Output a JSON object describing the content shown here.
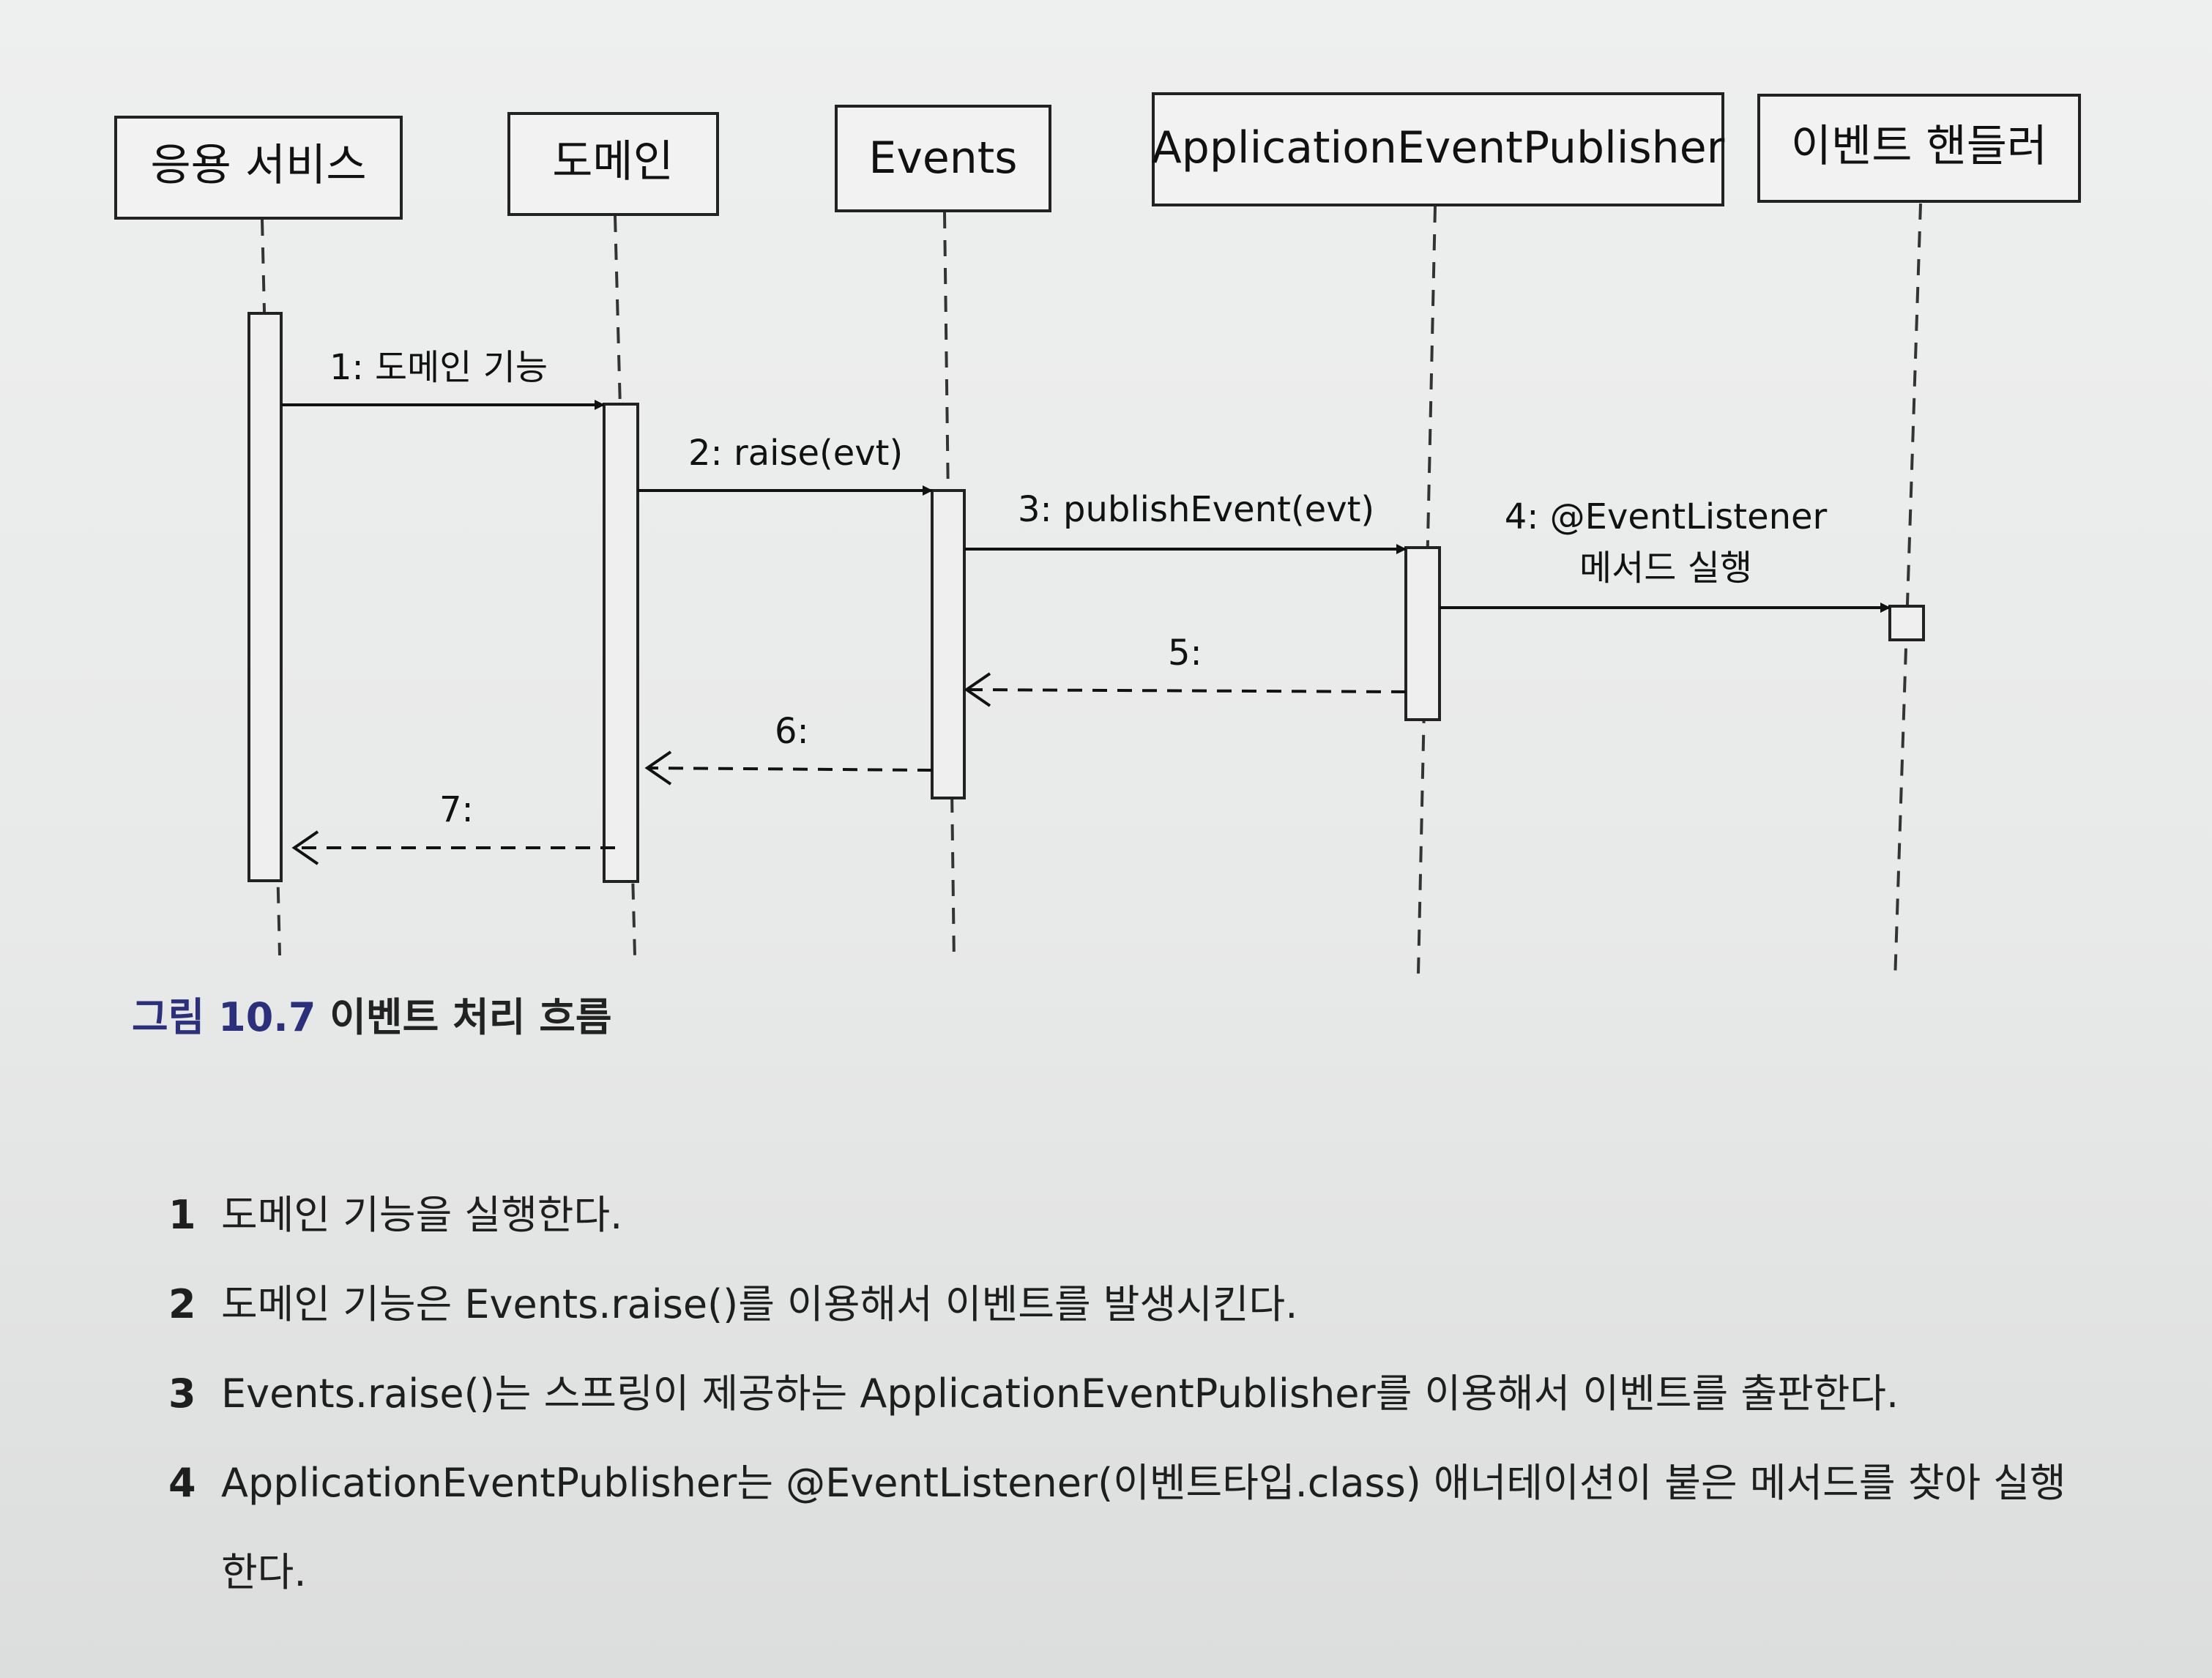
{
  "diagram": {
    "participants": [
      {
        "id": "app",
        "label": "응용 서비스"
      },
      {
        "id": "domain",
        "label": "도메인"
      },
      {
        "id": "events",
        "label": "Events"
      },
      {
        "id": "publisher",
        "label": "ApplicationEventPublisher"
      },
      {
        "id": "handler",
        "label": "이벤트 핸들러"
      }
    ],
    "messages": [
      {
        "label": "1: 도메인 기능",
        "from": "app",
        "to": "domain",
        "kind": "call"
      },
      {
        "label": "2: raise(evt)",
        "from": "domain",
        "to": "events",
        "kind": "call"
      },
      {
        "label": "3: publishEvent(evt)",
        "from": "events",
        "to": "publisher",
        "kind": "call"
      },
      {
        "label_line1": "4: @EventListener",
        "label_line2": "메서드 실행",
        "from": "publisher",
        "to": "handler",
        "kind": "call"
      },
      {
        "label": "5:",
        "from": "publisher",
        "to": "events",
        "kind": "return"
      },
      {
        "label": "6:",
        "from": "events",
        "to": "domain",
        "kind": "return"
      },
      {
        "label": "7:",
        "from": "domain",
        "to": "app",
        "kind": "return"
      }
    ]
  },
  "caption": {
    "number": "그림 10.7",
    "title": "이벤트 처리 흐름"
  },
  "notes": [
    {
      "num": "1",
      "text": "도메인 기능을 실행한다."
    },
    {
      "num": "2",
      "text": "도메인 기능은 Events.raise()를 이용해서 이벤트를 발생시킨다."
    },
    {
      "num": "3",
      "text": "Events.raise()는 스프링이 제공하는 ApplicationEventPublisher를 이용해서 이벤트를 출판한다."
    },
    {
      "num": "4",
      "text": "ApplicationEventPublisher는 @EventListener(이벤트타입.class) 애너테이션이 붙은 메서드를 찾아 실행",
      "cont": "한다."
    }
  ]
}
